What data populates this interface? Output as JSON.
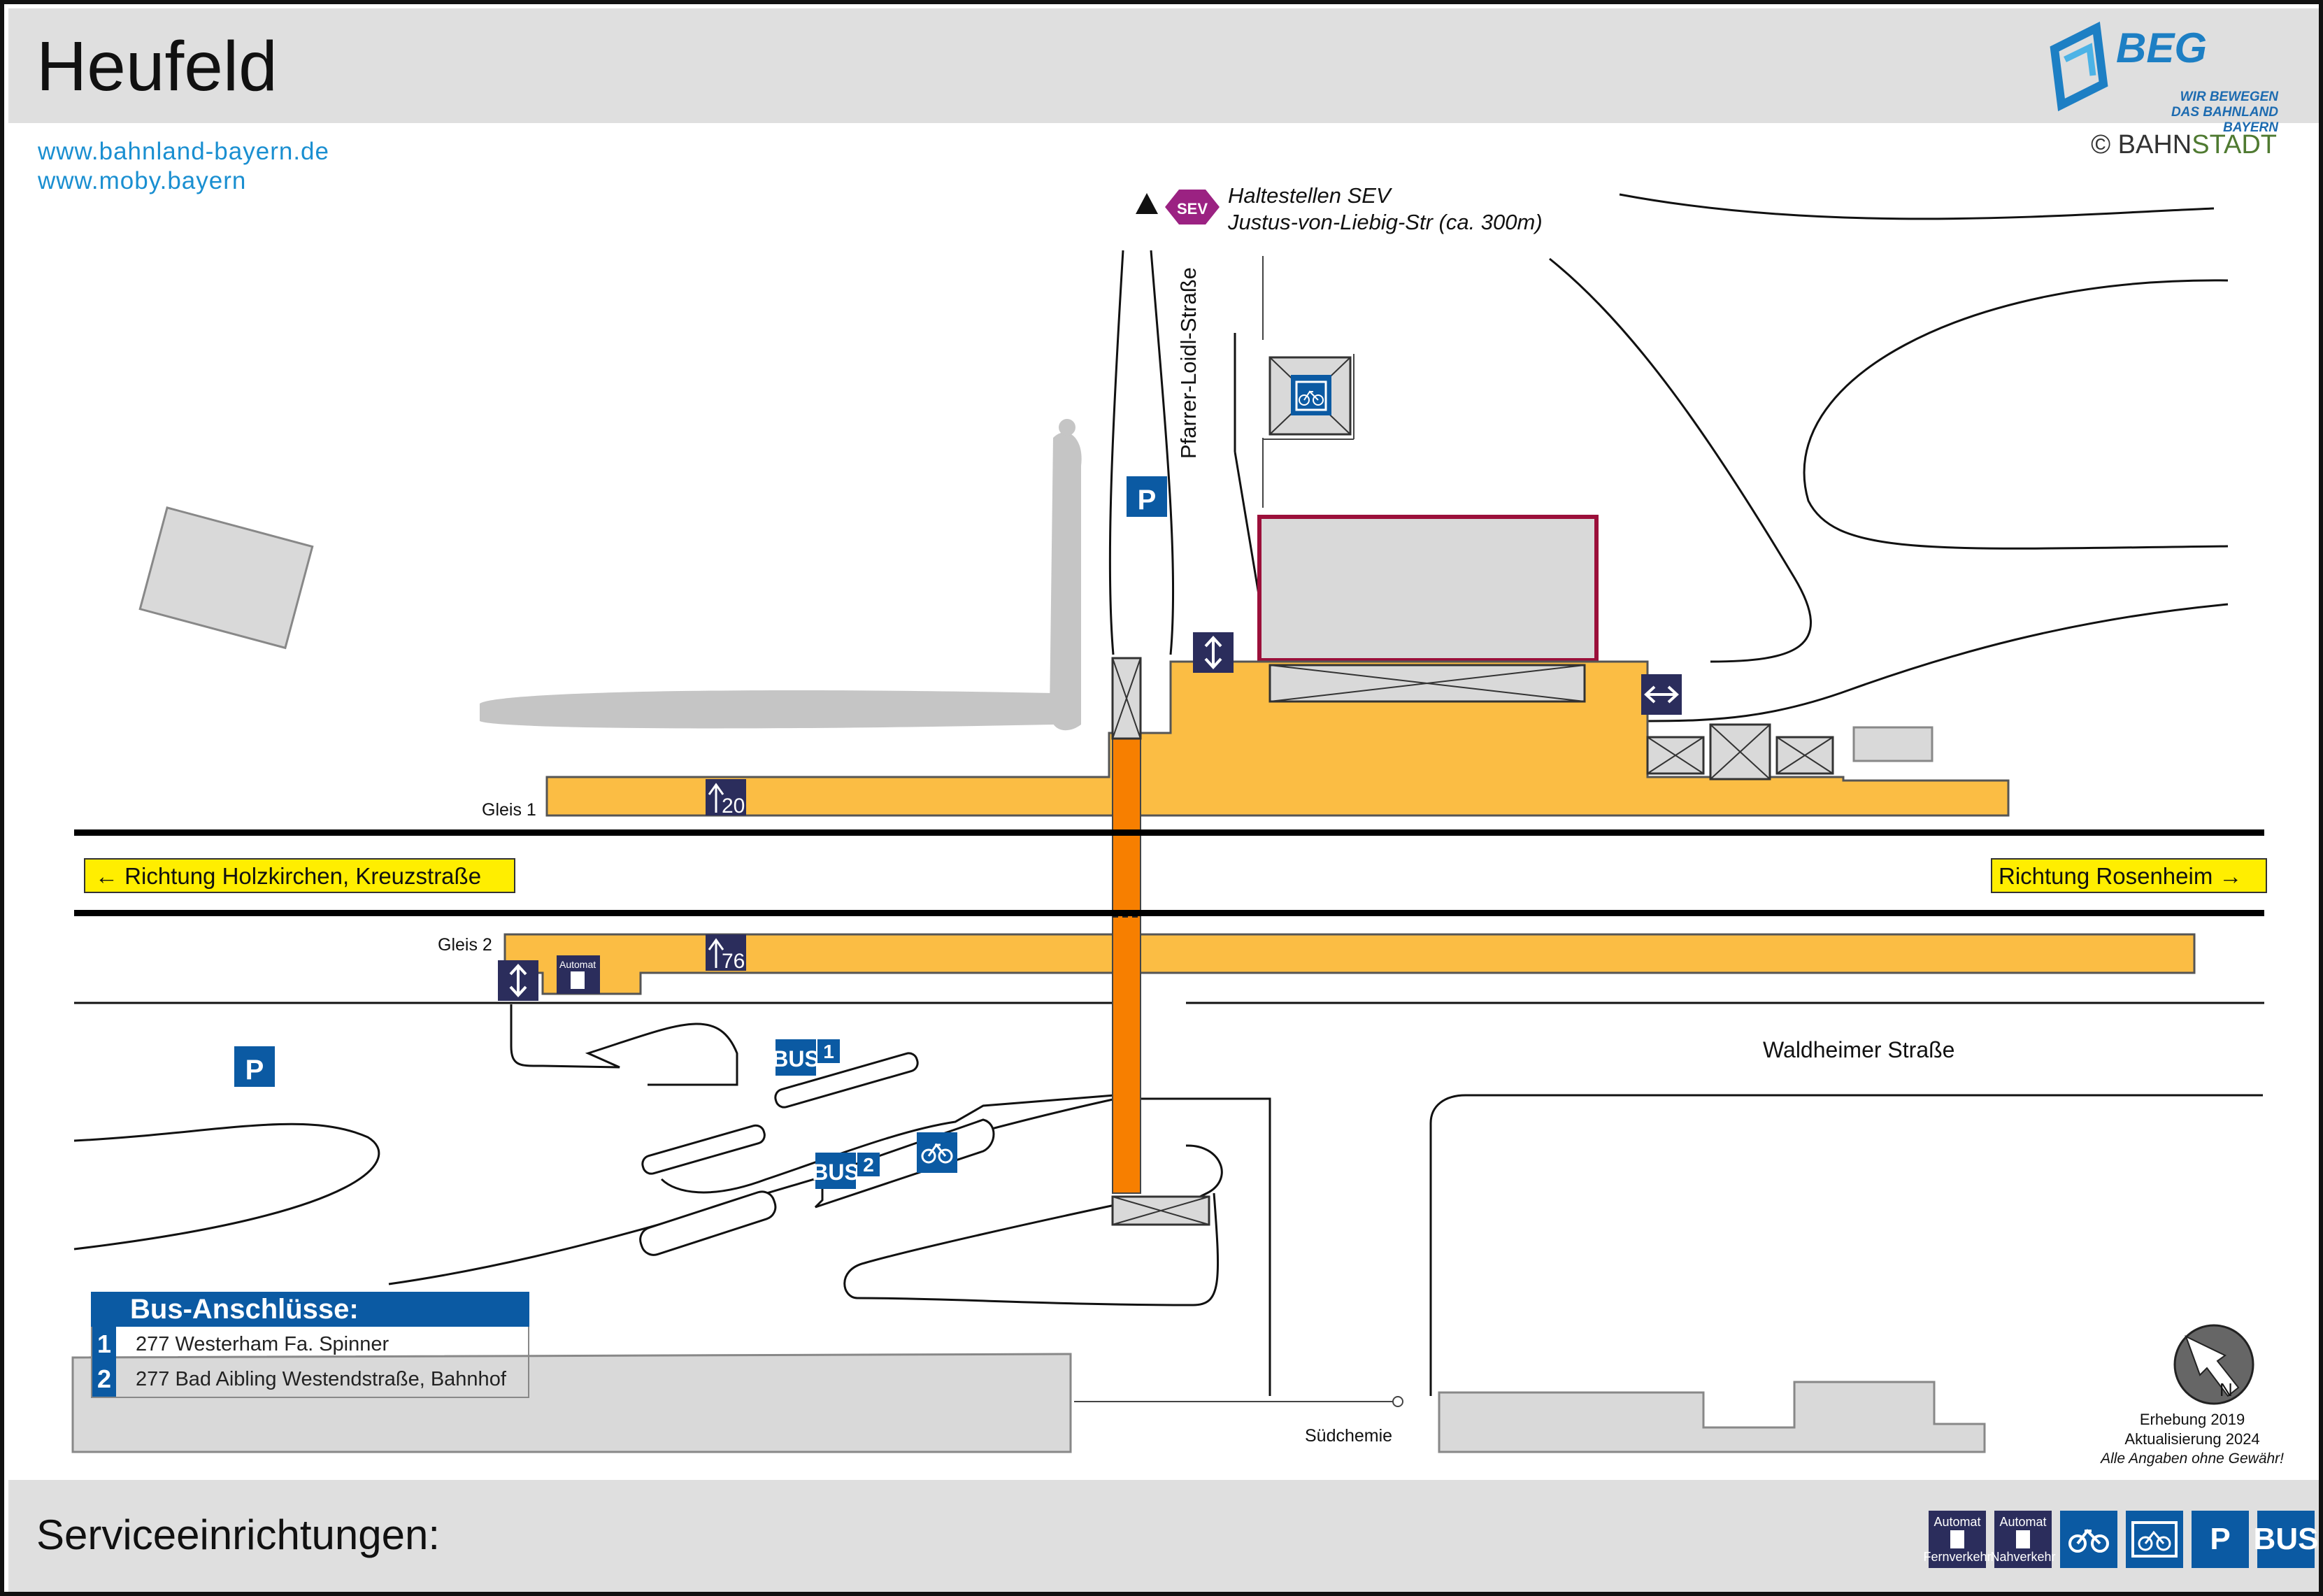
{
  "header": {
    "station_name": "Heufeld",
    "links": [
      "www.bahnland-bayern.de",
      "www.moby.bayern"
    ],
    "logo_name": "BEG",
    "logo_slogan_1": "WIR BEWEGEN",
    "logo_slogan_2": "DAS BAHNLAND BAYERN",
    "copyright_prefix": "© BAHN",
    "copyright_suffix": "STADT"
  },
  "map": {
    "sev_badge": "SEV",
    "sev_line1": "Haltestellen SEV",
    "sev_line2": "Justus-von-Liebig-Str (ca. 300m)",
    "street_pfarrer": "Pfarrer-Loidl-Straße",
    "street_waldheimer": "Waldheimer Straße",
    "place_suedchemie": "Südchemie",
    "track1_label": "Gleis 1",
    "track2_label": "Gleis 2",
    "direction_left": "← Richtung Holzkirchen, Kreuzstraße",
    "direction_right": "Richtung Rosenheim →",
    "platform1_height": "20",
    "platform2_height": "76",
    "parking_label": "P",
    "bus_label": "BUS",
    "bus_stop_1": "1",
    "bus_stop_2": "2",
    "automat_label": "Automat",
    "colors": {
      "platform": "#fbbd44",
      "underpass": "#f77f00",
      "track": "#000000",
      "service_blue": "#0b5aa3",
      "access_dark": "#2b2d5c",
      "building_grey": "#d9d9d9",
      "station_frame": "#9b0f3a",
      "direction_yellow": "#ffee00",
      "sev_purple": "#9b2282"
    }
  },
  "bus_connections": {
    "title": "Bus-Anschlüsse:",
    "rows": [
      {
        "num": "1",
        "text": "277 Westerham Fa. Spinner"
      },
      {
        "num": "2",
        "text": "277 Bad Aibling Westendstraße, Bahnhof"
      }
    ]
  },
  "survey": {
    "line1": "Erhebung 2019",
    "line2": "Aktualisierung 2024",
    "disclaimer": "Alle Angaben ohne Gewähr!",
    "north": "N"
  },
  "footer": {
    "label": "Serviceeinrichtungen:",
    "icons": [
      {
        "kind": "automat",
        "top": "Automat",
        "bottom": "Fernverkehr"
      },
      {
        "kind": "automat",
        "top": "Automat",
        "bottom": "Nahverkehr"
      },
      {
        "kind": "bike",
        "name": "bicycle-icon"
      },
      {
        "kind": "bikebox",
        "name": "bike-box-icon"
      },
      {
        "kind": "text",
        "text": "P"
      },
      {
        "kind": "text",
        "text": "BUS"
      }
    ]
  }
}
